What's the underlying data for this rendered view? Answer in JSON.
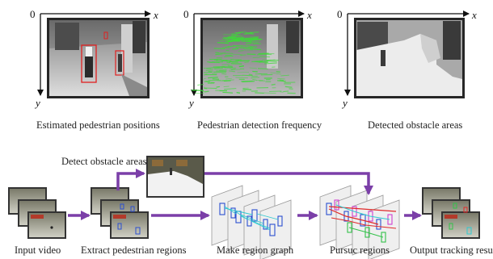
{
  "axes": {
    "origin": "0",
    "x": "x",
    "y": "y"
  },
  "top_captions": {
    "estimated_positions": "Estimated pedestrian positions",
    "detection_frequency": "Pedestrian detection frequency",
    "obstacle_areas": "Detected obstacle areas"
  },
  "pipeline": {
    "detect_obstacle_areas": "Detect obstacle areas",
    "input_video": "Input video",
    "extract_regions": "Extract pedestrian regions",
    "region_graph": "Make region graph",
    "pursue_regions": "Pursuc regions",
    "output_results": "Output tracking results"
  },
  "colors": {
    "flow_arrow": "#7b3fa8",
    "detection_box_red": "#e02020",
    "detection_green": "#3fd83a",
    "box_blue": "#2b4fd0",
    "track_red": "#e02a2a",
    "track_cyan": "#2ecad0",
    "track_magenta": "#d040d0",
    "track_green": "#33c24a"
  }
}
